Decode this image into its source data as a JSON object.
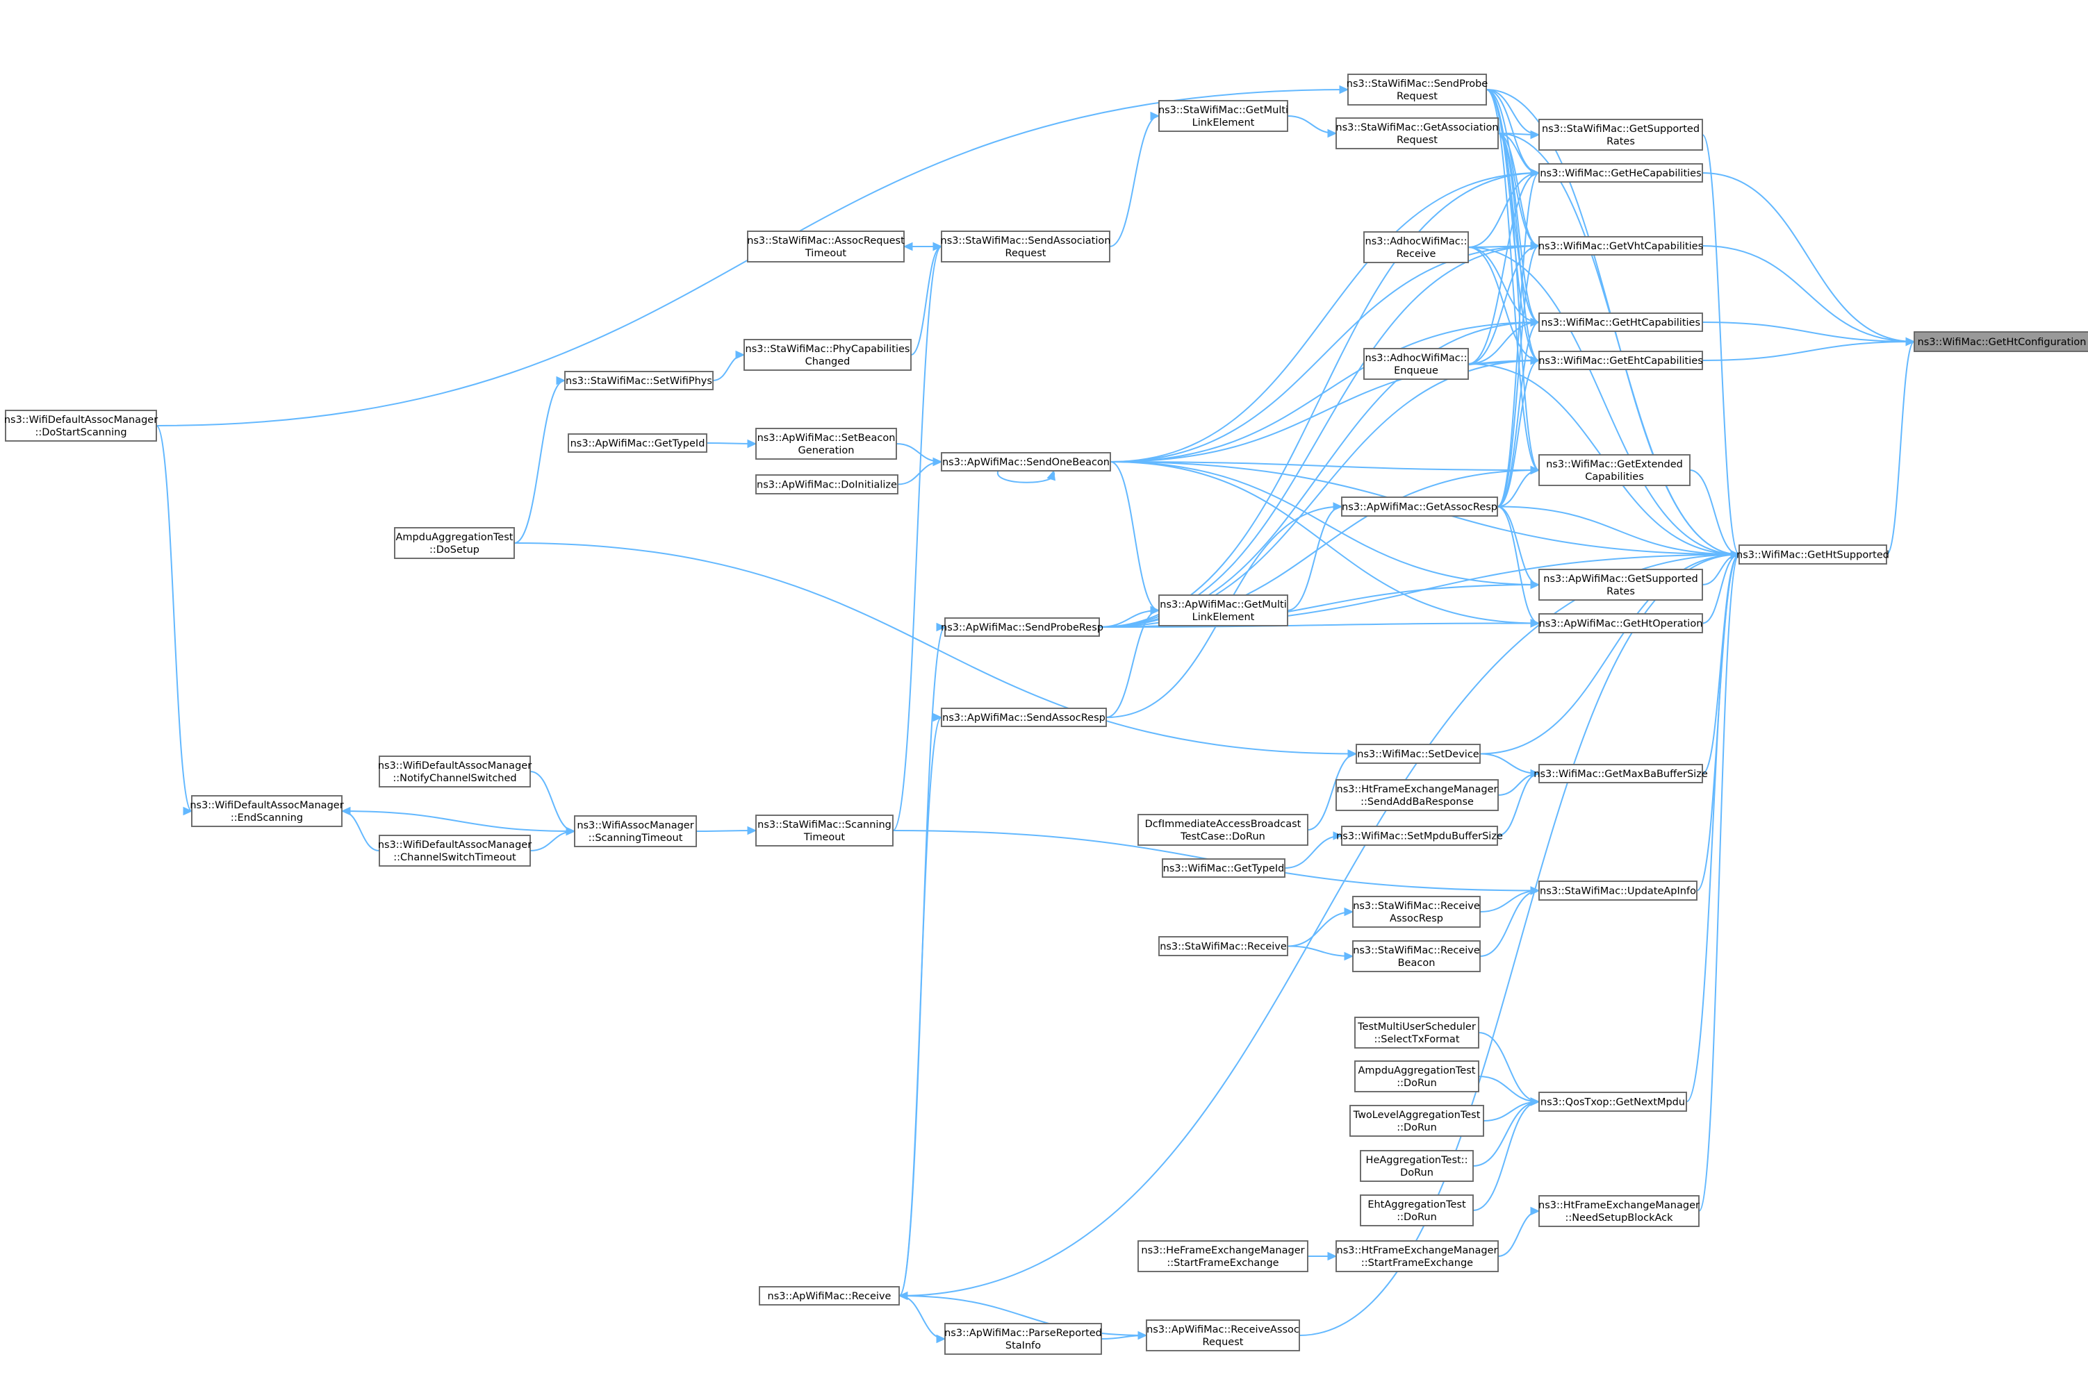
{
  "graph": {
    "nodes": [
      {
        "id": "root",
        "lines": [
          "ns3::WifiMac::GetHtConfiguration"
        ]
      },
      {
        "id": "heCap",
        "lines": [
          "ns3::WifiMac::GetHeCapabilities"
        ]
      },
      {
        "id": "vhtCap",
        "lines": [
          "ns3::WifiMac::GetVhtCapabilities"
        ]
      },
      {
        "id": "htCap",
        "lines": [
          "ns3::WifiMac::GetHtCapabilities"
        ]
      },
      {
        "id": "ehtCap",
        "lines": [
          "ns3::WifiMac::GetEhtCapabilities"
        ]
      },
      {
        "id": "htSup",
        "lines": [
          "ns3::WifiMac::GetHtSupported"
        ]
      },
      {
        "id": "staSupRates",
        "lines": [
          "ns3::StaWifiMac::GetSupported",
          "Rates"
        ]
      },
      {
        "id": "extCap",
        "lines": [
          "ns3::WifiMac::GetExtended",
          "Capabilities"
        ]
      },
      {
        "id": "apSupRates",
        "lines": [
          "ns3::ApWifiMac::GetSupported",
          "Rates"
        ]
      },
      {
        "id": "htOp",
        "lines": [
          "ns3::ApWifiMac::GetHtOperation"
        ]
      },
      {
        "id": "maxBa",
        "lines": [
          "ns3::WifiMac::GetMaxBaBufferSize"
        ]
      },
      {
        "id": "updAp",
        "lines": [
          "ns3::StaWifiMac::UpdateApInfo"
        ]
      },
      {
        "id": "nextMpdu",
        "lines": [
          "ns3::QosTxop::GetNextMpdu"
        ]
      },
      {
        "id": "needBa",
        "lines": [
          "ns3::HtFrameExchangeManager",
          "::NeedSetupBlockAck"
        ]
      },
      {
        "id": "sendProbe",
        "lines": [
          "ns3::StaWifiMac::SendProbe",
          "Request"
        ]
      },
      {
        "id": "getAssocReq",
        "lines": [
          "ns3::StaWifiMac::GetAssociation",
          "Request"
        ]
      },
      {
        "id": "adhocRecv",
        "lines": [
          "ns3::AdhocWifiMac::",
          "Receive"
        ]
      },
      {
        "id": "adhocEnq",
        "lines": [
          "ns3::AdhocWifiMac::",
          "Enqueue"
        ]
      },
      {
        "id": "getAssocResp",
        "lines": [
          "ns3::ApWifiMac::GetAssocResp"
        ]
      },
      {
        "id": "setDevice",
        "lines": [
          "ns3::WifiMac::SetDevice"
        ]
      },
      {
        "id": "htAddBa",
        "lines": [
          "ns3::HtFrameExchangeManager",
          "::SendAddBaResponse"
        ]
      },
      {
        "id": "setMpduBuf",
        "lines": [
          "ns3::WifiMac::SetMpduBufferSize"
        ]
      },
      {
        "id": "staRecvAssoc",
        "lines": [
          "ns3::StaWifiMac::Receive",
          "AssocResp"
        ]
      },
      {
        "id": "staRecvBeacon",
        "lines": [
          "ns3::StaWifiMac::Receive",
          "Beacon"
        ]
      },
      {
        "id": "testSelectTx",
        "lines": [
          "TestMultiUserScheduler",
          "::SelectTxFormat"
        ]
      },
      {
        "id": "ampduDoRun",
        "lines": [
          "AmpduAggregationTest",
          "::DoRun"
        ]
      },
      {
        "id": "twoLevelDoRun",
        "lines": [
          "TwoLevelAggregationTest",
          "::DoRun"
        ]
      },
      {
        "id": "heAggDoRun",
        "lines": [
          "HeAggregationTest::",
          "DoRun"
        ]
      },
      {
        "id": "ehtAggDoRun",
        "lines": [
          "EhtAggregationTest",
          "::DoRun"
        ]
      },
      {
        "id": "htStartFx",
        "lines": [
          "ns3::HtFrameExchangeManager",
          "::StartFrameExchange"
        ]
      },
      {
        "id": "staGetMulti",
        "lines": [
          "ns3::StaWifiMac::GetMulti",
          "LinkElement"
        ]
      },
      {
        "id": "apGetMulti",
        "lines": [
          "ns3::ApWifiMac::GetMulti",
          "LinkElement"
        ]
      },
      {
        "id": "dcfDoRun",
        "lines": [
          "DcfImmediateAccessBroadcast",
          "TestCase::DoRun"
        ]
      },
      {
        "id": "wifiMacGetTypeId",
        "lines": [
          "ns3::WifiMac::GetTypeId"
        ]
      },
      {
        "id": "staRecv",
        "lines": [
          "ns3::StaWifiMac::Receive"
        ]
      },
      {
        "id": "heStartFx",
        "lines": [
          "ns3::HeFrameExchangeManager",
          "::StartFrameExchange"
        ]
      },
      {
        "id": "apRecvAssoc",
        "lines": [
          "ns3::ApWifiMac::ReceiveAssoc",
          "Request"
        ]
      },
      {
        "id": "sendAssocReq",
        "lines": [
          "ns3::StaWifiMac::SendAssociation",
          "Request"
        ]
      },
      {
        "id": "sendOneBeacon",
        "lines": [
          "ns3::ApWifiMac::SendOneBeacon"
        ]
      },
      {
        "id": "sendProbeResp",
        "lines": [
          "ns3::ApWifiMac::SendProbeResp"
        ]
      },
      {
        "id": "sendAssocResp",
        "lines": [
          "ns3::ApWifiMac::SendAssocResp"
        ]
      },
      {
        "id": "apRecv",
        "lines": [
          "ns3::ApWifiMac::Receive"
        ]
      },
      {
        "id": "parseSta",
        "lines": [
          "ns3::ApWifiMac::ParseReported",
          "StaInfo"
        ]
      },
      {
        "id": "assocReqTimeout",
        "lines": [
          "ns3::StaWifiMac::AssocRequest",
          "Timeout"
        ]
      },
      {
        "id": "phyCapChanged",
        "lines": [
          "ns3::StaWifiMac::PhyCapabilities",
          "Changed"
        ]
      },
      {
        "id": "setBeaconGen",
        "lines": [
          "ns3::ApWifiMac::SetBeacon",
          "Generation"
        ]
      },
      {
        "id": "apDoInit",
        "lines": [
          "ns3::ApWifiMac::DoInitialize"
        ]
      },
      {
        "id": "scanTimeoutSta",
        "lines": [
          "ns3::StaWifiMac::Scanning",
          "Timeout"
        ]
      },
      {
        "id": "setWifiPhys",
        "lines": [
          "ns3::StaWifiMac::SetWifiPhys"
        ]
      },
      {
        "id": "apGetTypeId",
        "lines": [
          "ns3::ApWifiMac::GetTypeId"
        ]
      },
      {
        "id": "ampduDoSetup",
        "lines": [
          "AmpduAggregationTest",
          "::DoSetup"
        ]
      },
      {
        "id": "assocMgrScan",
        "lines": [
          "ns3::WifiAssocManager",
          "::ScanningTimeout"
        ]
      },
      {
        "id": "notifyChSw",
        "lines": [
          "ns3::WifiDefaultAssocManager",
          "::NotifyChannelSwitched"
        ]
      },
      {
        "id": "chSwTimeout",
        "lines": [
          "ns3::WifiDefaultAssocManager",
          "::ChannelSwitchTimeout"
        ]
      },
      {
        "id": "endScan",
        "lines": [
          "ns3::WifiDefaultAssocManager",
          "::EndScanning"
        ]
      },
      {
        "id": "doStartScan",
        "lines": [
          "ns3::WifiDefaultAssocManager",
          "::DoStartScanning"
        ]
      }
    ],
    "edges": [
      [
        "heCap",
        "root"
      ],
      [
        "vhtCap",
        "root"
      ],
      [
        "htCap",
        "root"
      ],
      [
        "ehtCap",
        "root"
      ],
      [
        "htSup",
        "root"
      ],
      [
        "staSupRates",
        "htSup"
      ],
      [
        "extCap",
        "htSup"
      ],
      [
        "apSupRates",
        "htSup"
      ],
      [
        "htOp",
        "htSup"
      ],
      [
        "maxBa",
        "htSup"
      ],
      [
        "updAp",
        "htSup"
      ],
      [
        "nextMpdu",
        "htSup"
      ],
      [
        "needBa",
        "htSup"
      ],
      [
        "sendProbe",
        "htSup"
      ],
      [
        "getAssocReq",
        "htSup"
      ],
      [
        "adhocRecv",
        "htSup"
      ],
      [
        "adhocEnq",
        "htSup"
      ],
      [
        "getAssocResp",
        "htSup"
      ],
      [
        "setDevice",
        "htSup"
      ],
      [
        "sendOneBeacon",
        "htSup"
      ],
      [
        "sendProbeResp",
        "htSup"
      ],
      [
        "apRecv",
        "htSup"
      ],
      [
        "apRecvAssoc",
        "htSup"
      ],
      [
        "sendProbe",
        "heCap"
      ],
      [
        "getAssocReq",
        "heCap"
      ],
      [
        "adhocRecv",
        "heCap"
      ],
      [
        "adhocEnq",
        "heCap"
      ],
      [
        "getAssocResp",
        "heCap"
      ],
      [
        "sendOneBeacon",
        "heCap"
      ],
      [
        "sendProbeResp",
        "heCap"
      ],
      [
        "sendProbe",
        "vhtCap"
      ],
      [
        "getAssocReq",
        "vhtCap"
      ],
      [
        "adhocRecv",
        "vhtCap"
      ],
      [
        "adhocEnq",
        "vhtCap"
      ],
      [
        "getAssocResp",
        "vhtCap"
      ],
      [
        "sendOneBeacon",
        "vhtCap"
      ],
      [
        "sendProbeResp",
        "vhtCap"
      ],
      [
        "sendProbe",
        "htCap"
      ],
      [
        "getAssocReq",
        "htCap"
      ],
      [
        "adhocRecv",
        "htCap"
      ],
      [
        "adhocEnq",
        "htCap"
      ],
      [
        "getAssocResp",
        "htCap"
      ],
      [
        "sendOneBeacon",
        "htCap"
      ],
      [
        "sendProbeResp",
        "htCap"
      ],
      [
        "sendProbe",
        "ehtCap"
      ],
      [
        "getAssocReq",
        "ehtCap"
      ],
      [
        "adhocRecv",
        "ehtCap"
      ],
      [
        "adhocEnq",
        "ehtCap"
      ],
      [
        "getAssocResp",
        "ehtCap"
      ],
      [
        "sendOneBeacon",
        "ehtCap"
      ],
      [
        "sendProbeResp",
        "ehtCap"
      ],
      [
        "sendProbe",
        "staSupRates"
      ],
      [
        "getAssocReq",
        "staSupRates"
      ],
      [
        "sendProbe",
        "extCap"
      ],
      [
        "getAssocReq",
        "extCap"
      ],
      [
        "getAssocResp",
        "extCap"
      ],
      [
        "sendOneBeacon",
        "extCap"
      ],
      [
        "sendProbeResp",
        "extCap"
      ],
      [
        "getAssocResp",
        "apSupRates"
      ],
      [
        "sendOneBeacon",
        "apSupRates"
      ],
      [
        "sendProbeResp",
        "apSupRates"
      ],
      [
        "getAssocResp",
        "htOp"
      ],
      [
        "sendOneBeacon",
        "htOp"
      ],
      [
        "sendProbeResp",
        "htOp"
      ],
      [
        "setDevice",
        "maxBa"
      ],
      [
        "htAddBa",
        "maxBa"
      ],
      [
        "setMpduBuf",
        "maxBa"
      ],
      [
        "scanTimeoutSta",
        "updAp"
      ],
      [
        "staRecvAssoc",
        "updAp"
      ],
      [
        "staRecvBeacon",
        "updAp"
      ],
      [
        "testSelectTx",
        "nextMpdu"
      ],
      [
        "ampduDoRun",
        "nextMpdu"
      ],
      [
        "twoLevelDoRun",
        "nextMpdu"
      ],
      [
        "heAggDoRun",
        "nextMpdu"
      ],
      [
        "ehtAggDoRun",
        "nextMpdu"
      ],
      [
        "htStartFx",
        "needBa"
      ],
      [
        "staGetMulti",
        "getAssocReq"
      ],
      [
        "apGetMulti",
        "getAssocResp"
      ],
      [
        "sendAssocResp",
        "getAssocResp"
      ],
      [
        "dcfDoRun",
        "setDevice"
      ],
      [
        "ampduDoSetup",
        "setDevice"
      ],
      [
        "wifiMacGetTypeId",
        "setMpduBuf"
      ],
      [
        "staRecv",
        "staRecvAssoc"
      ],
      [
        "staRecv",
        "staRecvBeacon"
      ],
      [
        "heStartFx",
        "htStartFx"
      ],
      [
        "apRecvAssoc",
        "apRecv"
      ],
      [
        "parseSta",
        "apRecvAssoc"
      ],
      [
        "apRecv",
        "parseSta"
      ],
      [
        "sendAssocReq",
        "staGetMulti"
      ],
      [
        "sendOneBeacon",
        "apGetMulti"
      ],
      [
        "sendProbeResp",
        "apGetMulti"
      ],
      [
        "sendAssocResp",
        "apGetMulti"
      ],
      [
        "sendAssocReq",
        "assocReqTimeout"
      ],
      [
        "assocReqTimeout",
        "sendAssocReq"
      ],
      [
        "phyCapChanged",
        "sendAssocReq"
      ],
      [
        "scanTimeoutSta",
        "sendAssocReq"
      ],
      [
        "sendOneBeacon",
        "sendOneBeacon"
      ],
      [
        "setBeaconGen",
        "sendOneBeacon"
      ],
      [
        "apDoInit",
        "sendOneBeacon"
      ],
      [
        "apRecv",
        "sendProbeResp"
      ],
      [
        "apRecv",
        "sendAssocResp"
      ],
      [
        "setWifiPhys",
        "phyCapChanged"
      ],
      [
        "apGetTypeId",
        "setBeaconGen"
      ],
      [
        "ampduDoSetup",
        "setWifiPhys"
      ],
      [
        "assocMgrScan",
        "scanTimeoutSta"
      ],
      [
        "notifyChSw",
        "assocMgrScan"
      ],
      [
        "chSwTimeout",
        "assocMgrScan"
      ],
      [
        "endScan",
        "assocMgrScan"
      ],
      [
        "chSwTimeout",
        "endScan"
      ],
      [
        "doStartScan",
        "endScan"
      ],
      [
        "doStartScan",
        "sendProbe"
      ]
    ]
  }
}
